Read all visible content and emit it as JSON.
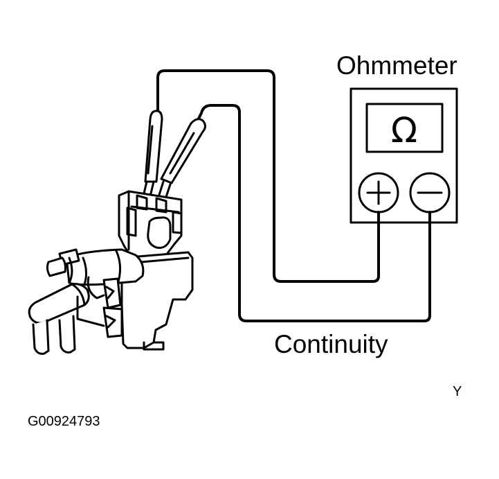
{
  "labels": {
    "meter": "Ohmmeter",
    "result": "Continuity",
    "corner_mark": "Y",
    "figure_code": "G00924793"
  },
  "meter_display": {
    "symbol": "Ω",
    "plus_terminal": "+",
    "minus_terminal": "−"
  },
  "icons": [
    "ohm-symbol-icon",
    "plus-terminal-icon",
    "minus-terminal-icon",
    "vsv-valve-icon",
    "test-probe-icon"
  ],
  "colors": {
    "ink": "#000000",
    "background": "#ffffff"
  }
}
